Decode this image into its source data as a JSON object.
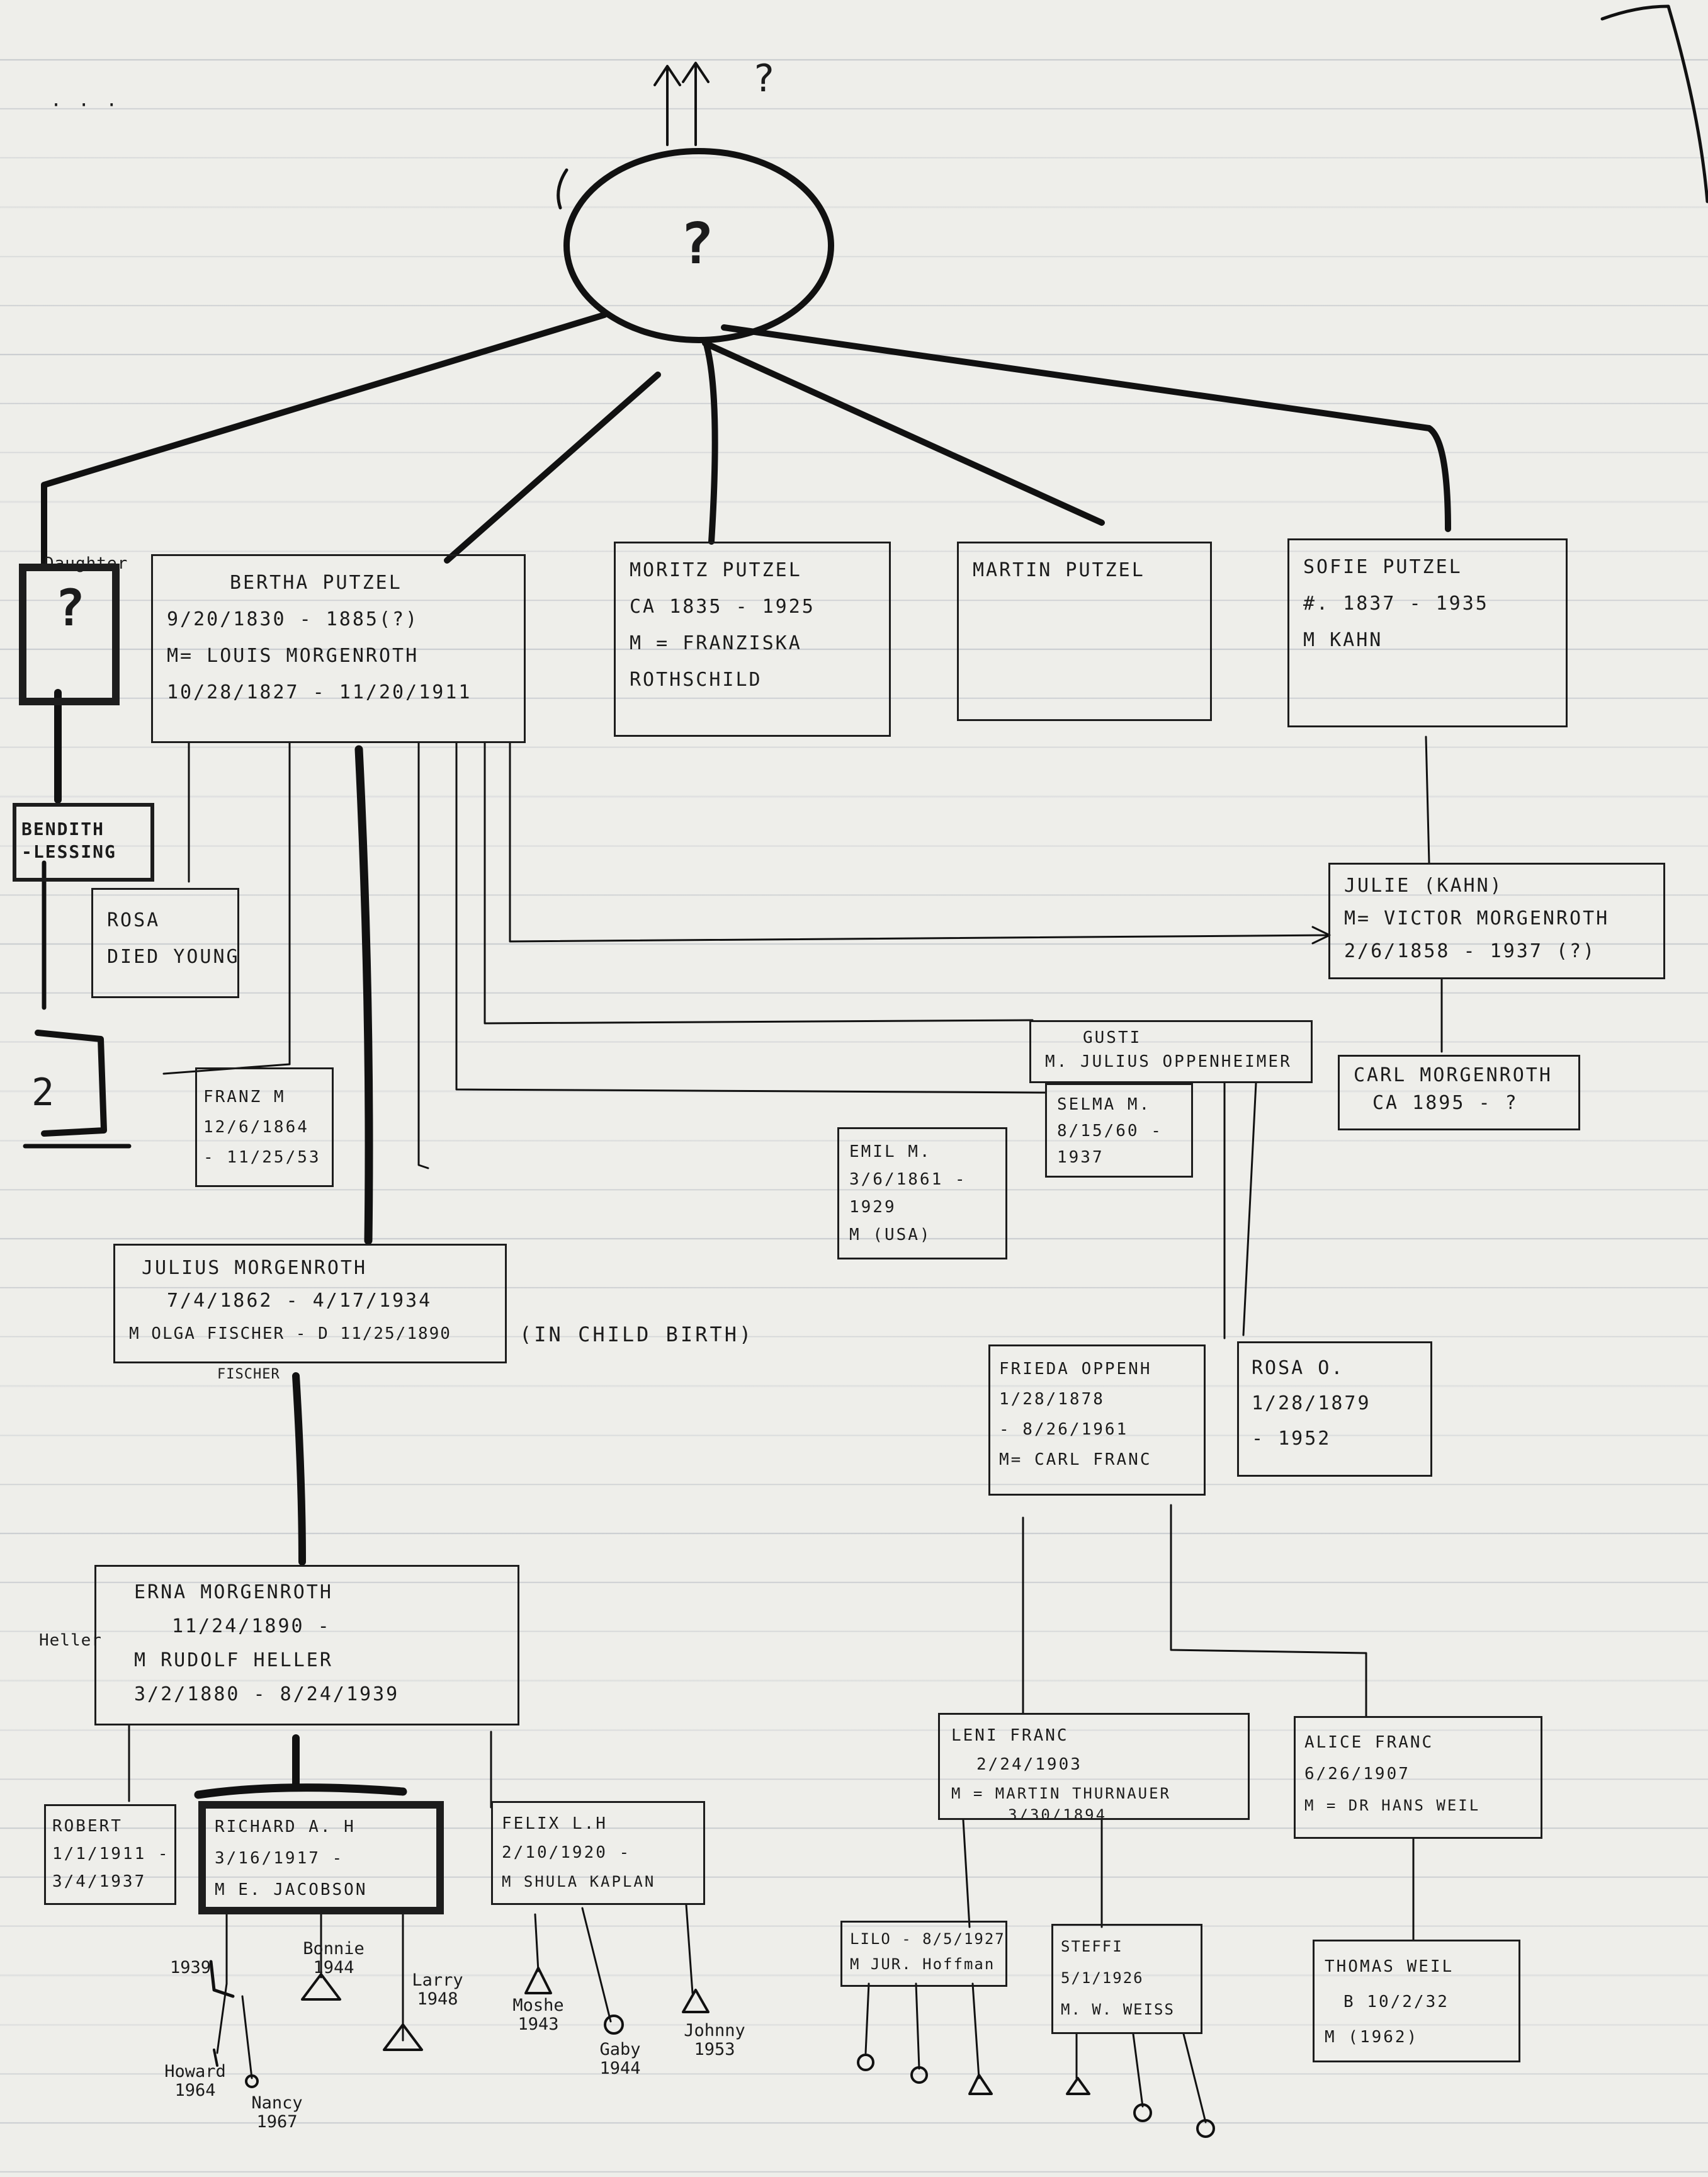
{
  "top_marks": {
    "arrows": "↑↑",
    "question": "?",
    "dots": "· · ·"
  },
  "ancestor": {
    "label": "?"
  },
  "left": {
    "daughter_tag": "Daughter",
    "unknown_box": "?",
    "bendith": [
      "BENDITH",
      "-LESSING"
    ],
    "rosa": [
      "ROSA",
      "DIED YOUNG"
    ],
    "unknown2": "2"
  },
  "boxes": {
    "bertha": [
      "BERTHA PUTZEL",
      "9/20/1830 - 1885(?)",
      "M= LOUIS MORGENROTH",
      "10/28/1827 - 11/20/1911"
    ],
    "moritz": [
      "MORITZ PUTZEL",
      "CA 1835 - 1925",
      "M = FRANZISKA",
      "ROTHSCHILD"
    ],
    "martin": [
      "MARTIN PUTZEL"
    ],
    "sofie": [
      "SOFIE PUTZEL",
      "#. 1837 - 1935",
      "M KAHN"
    ],
    "julie": [
      "JULIE (KAHN)",
      "M= VICTOR MORGENROTH",
      "2/6/1858 - 1937 (?)"
    ],
    "gusti": [
      "GUSTI",
      "M. JULIUS OPPENHEIMER"
    ],
    "carl": [
      "CARL MORGENROTH",
      "CA 1895 - ?"
    ],
    "franz": [
      "FRANZ M",
      "12/6/1864",
      "- 11/25/53"
    ],
    "selma": [
      "SELMA M.",
      "8/15/60 -",
      "1937"
    ],
    "emil": [
      "EMIL M.",
      "3/6/1861 -",
      "1929",
      "M (USA)"
    ],
    "julius": [
      "JULIUS MORGENROTH",
      "7/4/1862 - 4/17/1934",
      "M OLGA FISCHER - D 11/25/1890"
    ],
    "frieda": [
      "FRIEDA OPPENH",
      "1/28/1878",
      "- 8/26/1961",
      "M= CARL FRANC"
    ],
    "rosa_o": [
      "ROSA O.",
      "1/28/1879",
      "- 1952"
    ],
    "erna": [
      "ERNA MORGENROTH",
      "11/24/1890 -",
      "M RUDOLF HELLER",
      "3/2/1880 - 8/24/1939"
    ],
    "leni": [
      "LENI FRANC",
      "2/24/1903",
      "M = MARTIN THURNAUER",
      "3/30/1894"
    ],
    "alice": [
      "ALICE FRANC",
      "6/26/1907",
      "M = DR HANS WEIL"
    ],
    "robert": [
      "ROBERT",
      "1/1/1911 -",
      "3/4/1937"
    ],
    "richard": [
      "RICHARD A. H",
      "3/16/1917 -",
      "M E. JACOBSON"
    ],
    "felix": [
      "FELIX L.H",
      "2/10/1920 -",
      "M SHULA KAPLAN"
    ],
    "lilo": [
      "LILO - 8/5/1927",
      "M JUR. Hoffman"
    ],
    "steffi": [
      "STEFFI",
      "5/1/1926",
      "M. W. WEISS"
    ],
    "thomas": [
      "THOMAS WEIL",
      "B 10/2/32",
      "M (1962)"
    ]
  },
  "notes": {
    "childbirth": "(IN CHILD BIRTH)",
    "fischer": "FISCHER",
    "heller": "Heller"
  },
  "grandchildren": {
    "richard": [
      "1939",
      "Bonnie 1944",
      "Larry 1948"
    ],
    "richard_next": [
      "Howard 1964",
      "Nancy 1967"
    ],
    "felix": [
      "Moshe 1943",
      "Gaby 1944",
      "Johnny 1953"
    ]
  }
}
